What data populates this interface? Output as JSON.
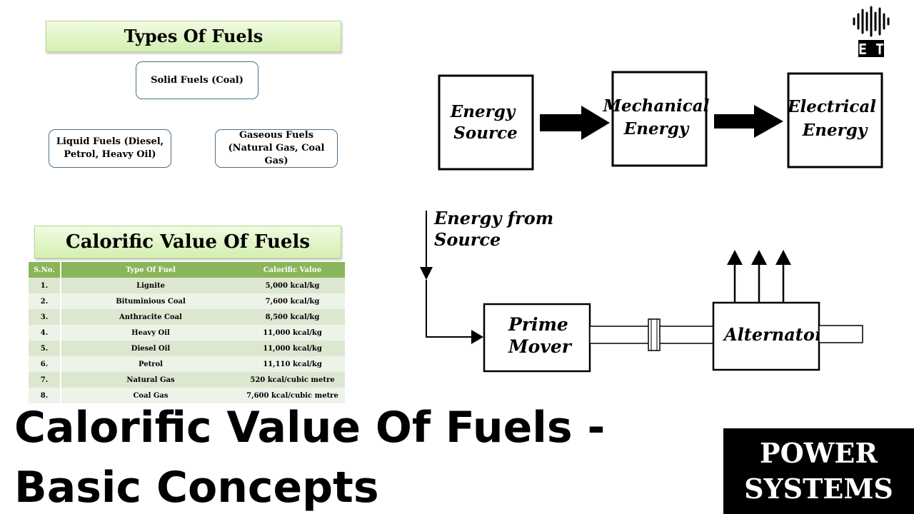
{
  "fuel_types": {
    "title": "Types Of Fuels",
    "solid": "Solid Fuels (Coal)",
    "liquid": "Liquid Fuels (Diesel, Petrol, Heavy Oil)",
    "gaseous": "Gaseous Fuels (Natural Gas, Coal Gas)"
  },
  "calorific": {
    "title": "Calorific Value Of Fuels",
    "headers": [
      "S.No.",
      "Type Of Fuel",
      "Calorific Value"
    ],
    "rows": [
      [
        "1.",
        "Lignite",
        "5,000 kcal/kg"
      ],
      [
        "2.",
        "Bituminious Coal",
        "7,600 kcal/kg"
      ],
      [
        "3.",
        "Anthracite Coal",
        "8,500 kcal/kg"
      ],
      [
        "4.",
        "Heavy Oil",
        "11,000 kcal/kg"
      ],
      [
        "5.",
        "Diesel Oil",
        "11,000 kcal/kg"
      ],
      [
        "6.",
        "Petrol",
        "11,110 kcal/kg"
      ],
      [
        "7.",
        "Natural Gas",
        "520 kcal/cubic metre"
      ],
      [
        "8.",
        "Coal Gas",
        "7,600 kcal/cubic metre"
      ]
    ]
  },
  "energy_chain": {
    "source": [
      "Energy",
      "Source"
    ],
    "mechanical": [
      "Mechanical",
      "Energy"
    ],
    "electrical": [
      "Electrical",
      "Energy"
    ]
  },
  "generator": {
    "input": [
      "Energy from",
      "Source"
    ],
    "prime_mover": [
      "Prime",
      "Mover"
    ],
    "alternator": "Alternator"
  },
  "headline": {
    "line1": "Calorific Value Of Fuels -",
    "line2": "Basic Concepts"
  },
  "badge": {
    "line1": "POWER",
    "line2": "SYSTEMS"
  },
  "logo": {
    "text": "E T",
    "icon": "waveform-icon"
  }
}
